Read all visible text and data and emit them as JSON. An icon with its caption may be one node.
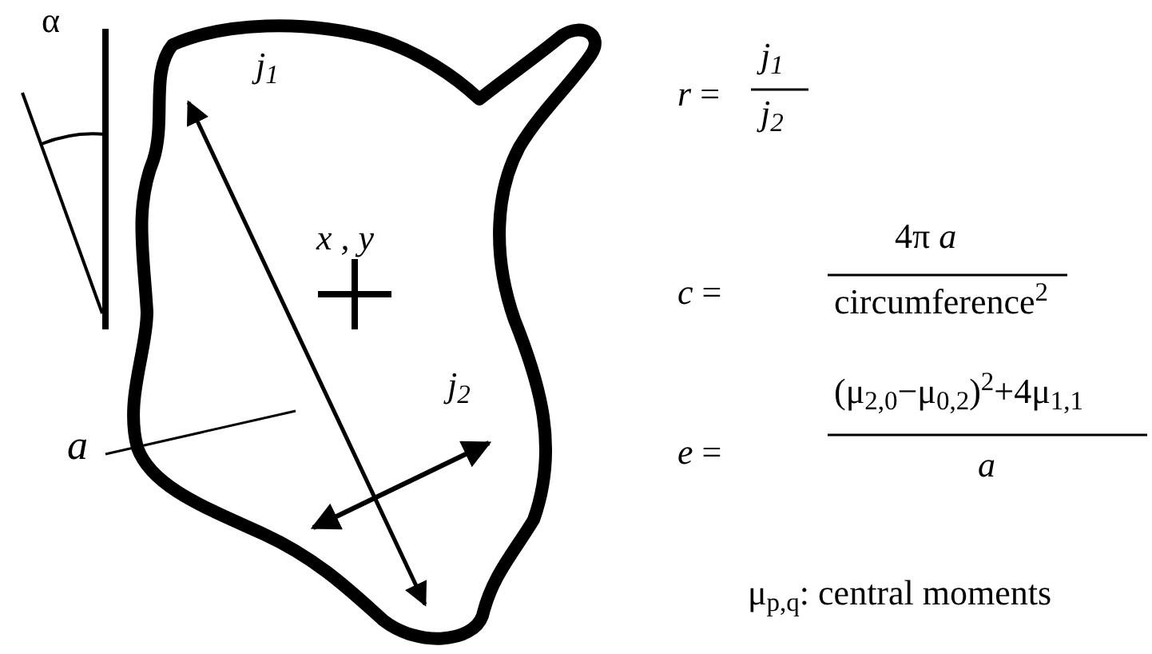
{
  "diagram": {
    "nodes": [
      {
        "text": [
          "a"
        ]
      },
      {
        "text": [],
        "shape": "blob"
      }
    ],
    "edges": [
      {
        "from": 0,
        "to": 1,
        "arrow": "none"
      }
    ],
    "labels": [
      "α",
      "j$_{1}$",
      "x , y",
      "j$_{2}$",
      "*r* =",
      "j$_{1}$",
      "j$_{2}$",
      "*c* =",
      "4π *a*",
      "circumference$^{2}$",
      "*e* =",
      "(μ$_{2,0}$−μ$_{0,2}$)$^{2}$+4μ$_{1,1}$",
      "a",
      "μ$_{p,q}$: central moments"
    ]
  }
}
